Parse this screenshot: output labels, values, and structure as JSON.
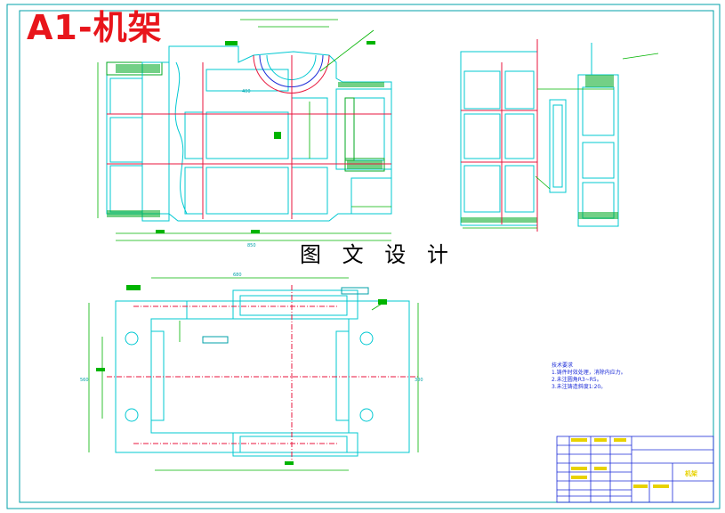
{
  "sheet_title": "A1-机架",
  "caption": "图 文 设 计",
  "part_name": "机架",
  "tech_notes": {
    "heading": "技术要求",
    "items": [
      "1.铸件时效处理，消除内应力。",
      "2.未注圆角R3~R5。",
      "3.未注铸造斜度1:20。"
    ]
  },
  "dimensions": {
    "overall_width": "850",
    "bottom_width": "680",
    "view_width": "400",
    "height_left": "560",
    "height_right": "300"
  },
  "colors": {
    "outline": "#00c8d2",
    "centerline": "#e8163c",
    "frame": "#00a0a8",
    "dim": "#00b400",
    "hatch": "#00aa22",
    "title_red": "#e8151b",
    "titleblock_yellow": "#e8d200",
    "blue": "#1b2bd8"
  }
}
